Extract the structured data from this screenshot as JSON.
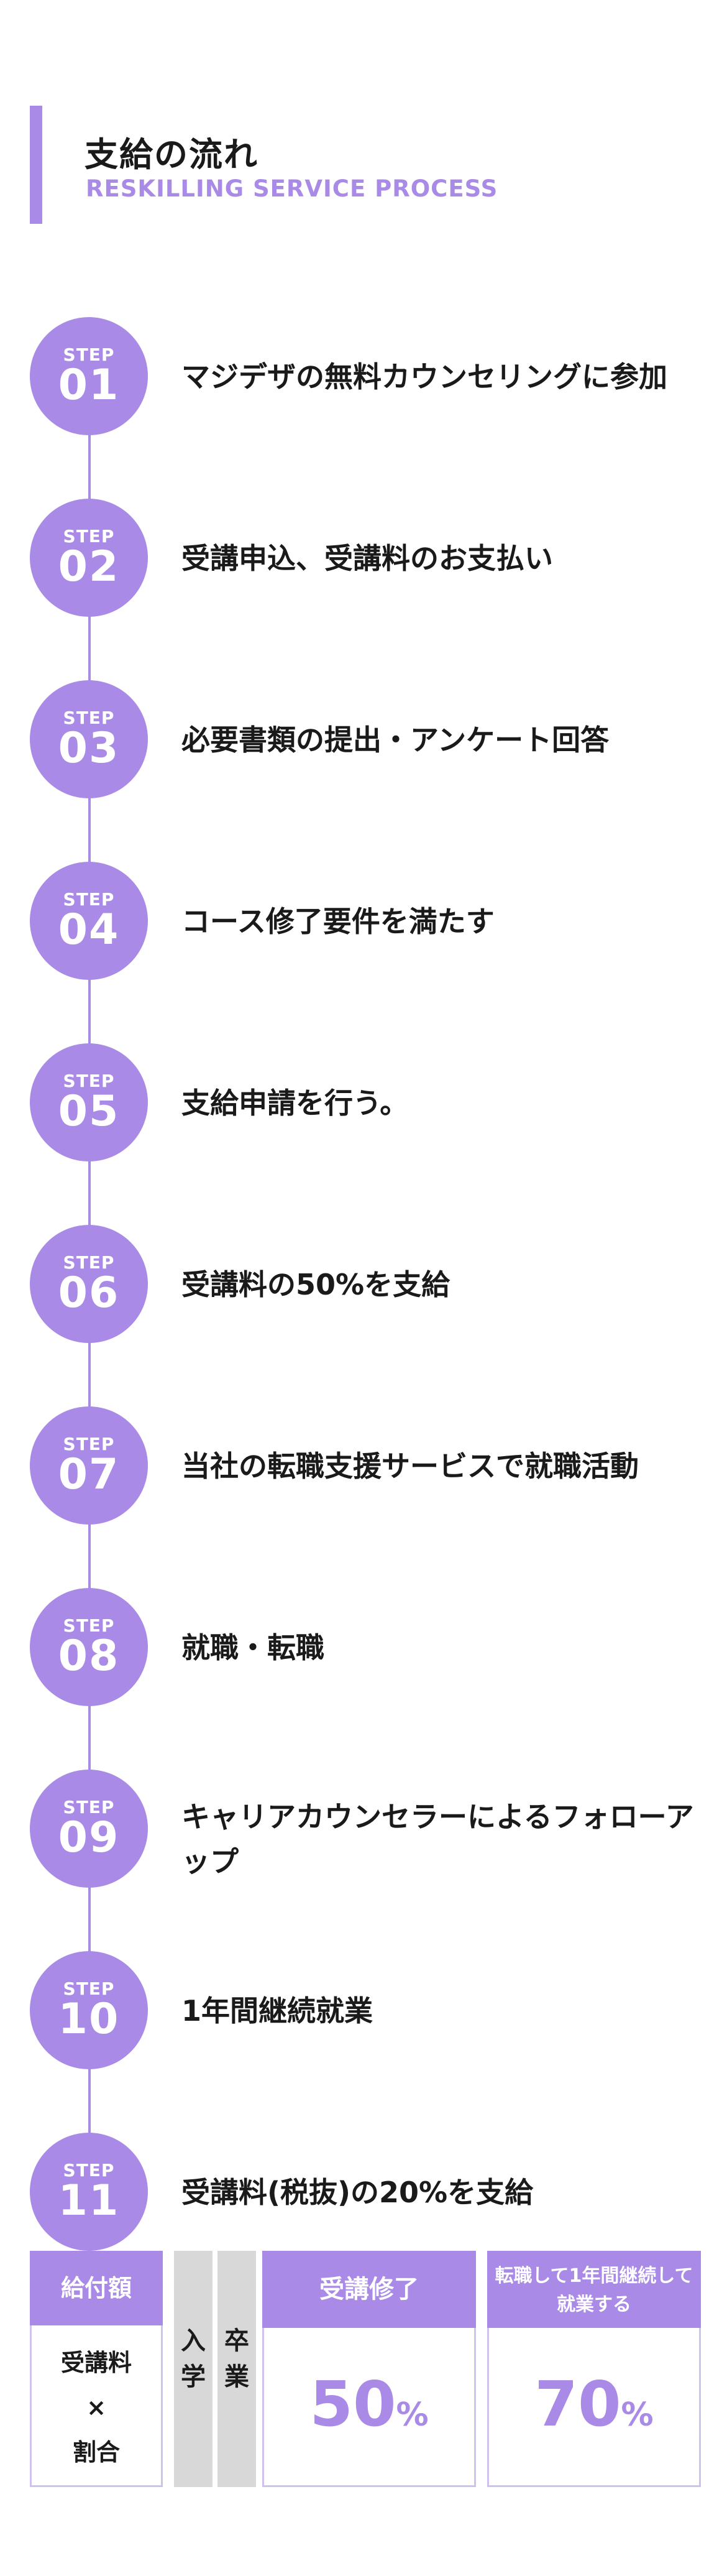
{
  "header": {
    "title": "支給の流れ",
    "subtitle": "RESKILLING SERVICE PROCESS"
  },
  "step_label": "STEP",
  "steps": [
    {
      "num": "01",
      "text": "マジデザの無料カウンセリングに参加"
    },
    {
      "num": "02",
      "text": "受講申込、受講料のお支払い"
    },
    {
      "num": "03",
      "text": "必要書類の提出・アンケート回答"
    },
    {
      "num": "04",
      "text": "コース修了要件を満たす"
    },
    {
      "num": "05",
      "text": "支給申請を行う。"
    },
    {
      "num": "06",
      "text": "受講料の50%を支給"
    },
    {
      "num": "07",
      "text": "当社の転職支援サービスで就職活動"
    },
    {
      "num": "08",
      "text": "就職・転職"
    },
    {
      "num": "09",
      "text": "キャリアカウンセラーによるフォローアップ"
    },
    {
      "num": "10",
      "text": "1年間継続就業"
    },
    {
      "num": "11",
      "text": "受講料(税抜)の20%を支給"
    }
  ],
  "table": {
    "col1_header": "給付額",
    "col1_body": [
      "受講料",
      "×",
      "割合"
    ],
    "gray1": [
      "入",
      "学"
    ],
    "gray2": [
      "卒",
      "業"
    ],
    "col2_header": "受講修了",
    "col2_value": "50",
    "col2_unit": "%",
    "col3_header_line1": "転職して1年間継続して",
    "col3_header_line2": "就業する",
    "col3_value": "70",
    "col3_unit": "%"
  },
  "colors": {
    "accent": "#a98ae6",
    "gray": "#d8d8d8",
    "border": "#cfc3ee"
  }
}
